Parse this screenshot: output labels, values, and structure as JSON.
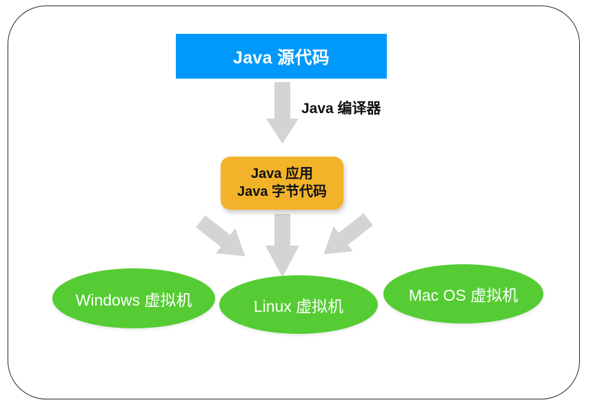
{
  "diagram": {
    "title": "Java compilation and virtual machine diagram",
    "frame": {
      "border_color": "#262626",
      "background": "#ffffff"
    },
    "nodes": {
      "source": {
        "label": "Java 源代码",
        "color": "#0099fa",
        "text_color": "#ffffff",
        "shape": "rectangle"
      },
      "bytecode": {
        "line1": "Java 应用",
        "line2": "Java 字节代码",
        "color": "#f2b32b",
        "text_color": "#111111",
        "shape": "rounded-rectangle"
      },
      "vms": [
        {
          "label": "Windows 虚拟机",
          "color": "#55cc33",
          "text_color": "#ffffff",
          "shape": "ellipse"
        },
        {
          "label": "Linux 虚拟机",
          "color": "#55cc33",
          "text_color": "#ffffff",
          "shape": "ellipse"
        },
        {
          "label": "Mac OS 虚拟机",
          "color": "#55cc33",
          "text_color": "#ffffff",
          "shape": "ellipse"
        }
      ]
    },
    "edges": {
      "compiler_label": "Java 编译器",
      "arrow_color": "#d4d4d4",
      "arrows": [
        {
          "name": "source-to-bytecode",
          "direction": "down"
        },
        {
          "name": "bytecode-to-windows-vm",
          "direction": "down-left"
        },
        {
          "name": "bytecode-to-linux-vm",
          "direction": "down"
        },
        {
          "name": "bytecode-to-mac-vm",
          "direction": "down-right"
        }
      ]
    }
  }
}
